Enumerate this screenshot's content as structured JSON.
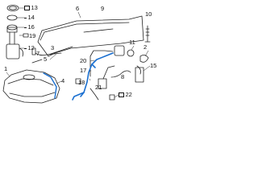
{
  "diagram": {
    "labels": {
      "l13": "13",
      "l14": "14",
      "l16": "16",
      "l19": "19",
      "l12": "12",
      "l1": "1",
      "l6": "6",
      "l3": "3",
      "l7": "7",
      "l5": "5",
      "l4": "4",
      "l20": "20",
      "l17": "17",
      "l21": "21",
      "l11": "11",
      "l2": "2",
      "l15": "15",
      "l9": "9",
      "l8": "8",
      "l18": "18",
      "l22": "22",
      "l10": "10"
    },
    "colors": {
      "line": "#222222",
      "highlight": "#1a6fd0"
    }
  }
}
